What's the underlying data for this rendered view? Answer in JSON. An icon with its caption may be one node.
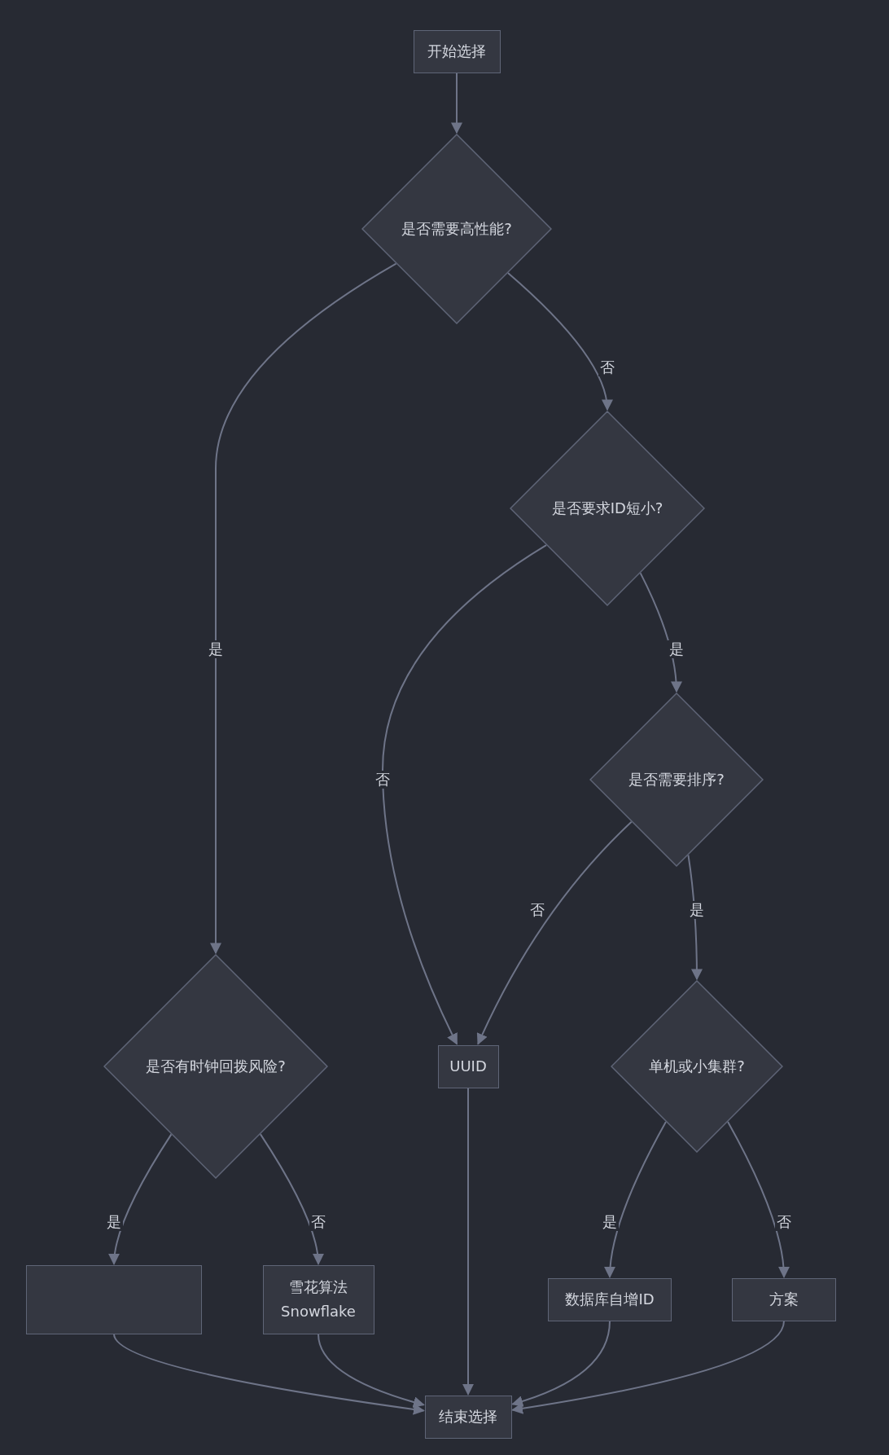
{
  "diagram": {
    "nodes": [
      {
        "text": [
          "开始选择"
        ]
      },
      {
        "text": [
          "是否需要高性能?"
        ]
      },
      {
        "text": [
          "是否要求ID短小?"
        ]
      },
      {
        "text": [
          "是否需要排序?"
        ]
      },
      {
        "text": [
          "是否有时钟回拨风险?"
        ]
      },
      {
        "text": [
          "UUID"
        ]
      },
      {
        "text": [
          "单机或小集群?"
        ]
      },
      {
        "text": [],
        "shape": "box"
      },
      {
        "text": [
          "雪花算法 Snowflake"
        ]
      },
      {
        "text": [
          "数据库自增ID"
        ]
      },
      {
        "text": [
          "方案"
        ]
      },
      {
        "text": [
          "结束选择"
        ]
      }
    ],
    "edges": [
      {
        "from": 0,
        "to": 1,
        "arrow": "to"
      },
      {
        "from": 1,
        "to": 4,
        "arrow": "to",
        "label": "是"
      },
      {
        "from": 1,
        "to": 2,
        "arrow": "to",
        "label": "否"
      },
      {
        "from": 2,
        "to": 5,
        "arrow": "to",
        "label": "否"
      },
      {
        "from": 2,
        "to": 3,
        "arrow": "to",
        "label": "是"
      },
      {
        "from": 3,
        "to": 5,
        "arrow": "to",
        "label": "否"
      },
      {
        "from": 3,
        "to": 6,
        "arrow": "to",
        "label": "是"
      },
      {
        "from": 4,
        "to": 7,
        "arrow": "to",
        "label": "是"
      },
      {
        "from": 4,
        "to": 8,
        "arrow": "to",
        "label": "否"
      },
      {
        "from": 6,
        "to": 9,
        "arrow": "to",
        "label": "是"
      },
      {
        "from": 6,
        "to": 10,
        "arrow": "to",
        "label": "否"
      },
      {
        "from": 7,
        "to": 11,
        "arrow": "to"
      },
      {
        "from": 8,
        "to": 11,
        "arrow": "to"
      },
      {
        "from": 5,
        "to": 11,
        "arrow": "to"
      },
      {
        "from": 9,
        "to": 11,
        "arrow": "to"
      },
      {
        "from": 10,
        "to": 11,
        "arrow": "to"
      }
    ]
  }
}
